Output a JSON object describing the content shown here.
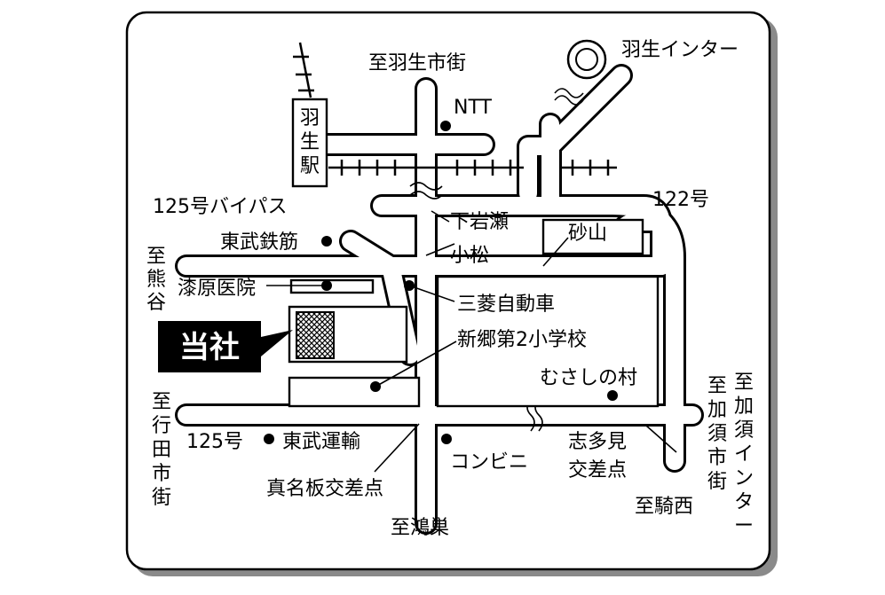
{
  "labels": {
    "to_hanyu_city": "至羽生市街",
    "ntt": "NTT",
    "hanyu_ic": "羽生インター",
    "station_1": "羽",
    "station_2": "生",
    "station_3": "駅",
    "bypass_125": "125号バイパス",
    "route_122": "122号",
    "shimoiwase": "下岩瀬",
    "sunayama": "砂山",
    "tobu_tekkin": "東武鉄筋",
    "komatsu": "小松",
    "to_kumagaya_1": "至",
    "to_kumagaya_2": "熊",
    "to_kumagaya_3": "谷",
    "urushibara_hospital": "漆原医院",
    "mitsubishi_motors": "三菱自動車",
    "company": "当社",
    "shingo_school": "新郷第2小学校",
    "musashi_village": "むさしの村",
    "to_kazo_1": "至",
    "to_kazo_2": "加",
    "to_kazo_3": "須",
    "to_kazo_4": "市",
    "to_kazo_5": "街",
    "to_kazo_ic_1": "至",
    "to_kazo_ic_2": "加",
    "to_kazo_ic_3": "須",
    "to_kazo_ic_4": "イ",
    "to_kazo_ic_5": "ン",
    "to_kazo_ic_6": "タ",
    "to_kazo_ic_7": "ー",
    "to_gyoda_1": "至",
    "to_gyoda_2": "行",
    "to_gyoda_3": "田",
    "to_gyoda_4": "市",
    "to_gyoda_5": "街",
    "route_125": "125号",
    "tobu_unyu": "東武運輸",
    "convenience": "コンビニ",
    "shidami_1": "志多見",
    "shidami_2": "交差点",
    "manaita": "真名板交差点",
    "to_kisai": "至騎西",
    "to_konosu": "至鴻巣"
  },
  "colors": {
    "ink": "#000000",
    "paper": "#ffffff",
    "shadow": "#888888"
  }
}
